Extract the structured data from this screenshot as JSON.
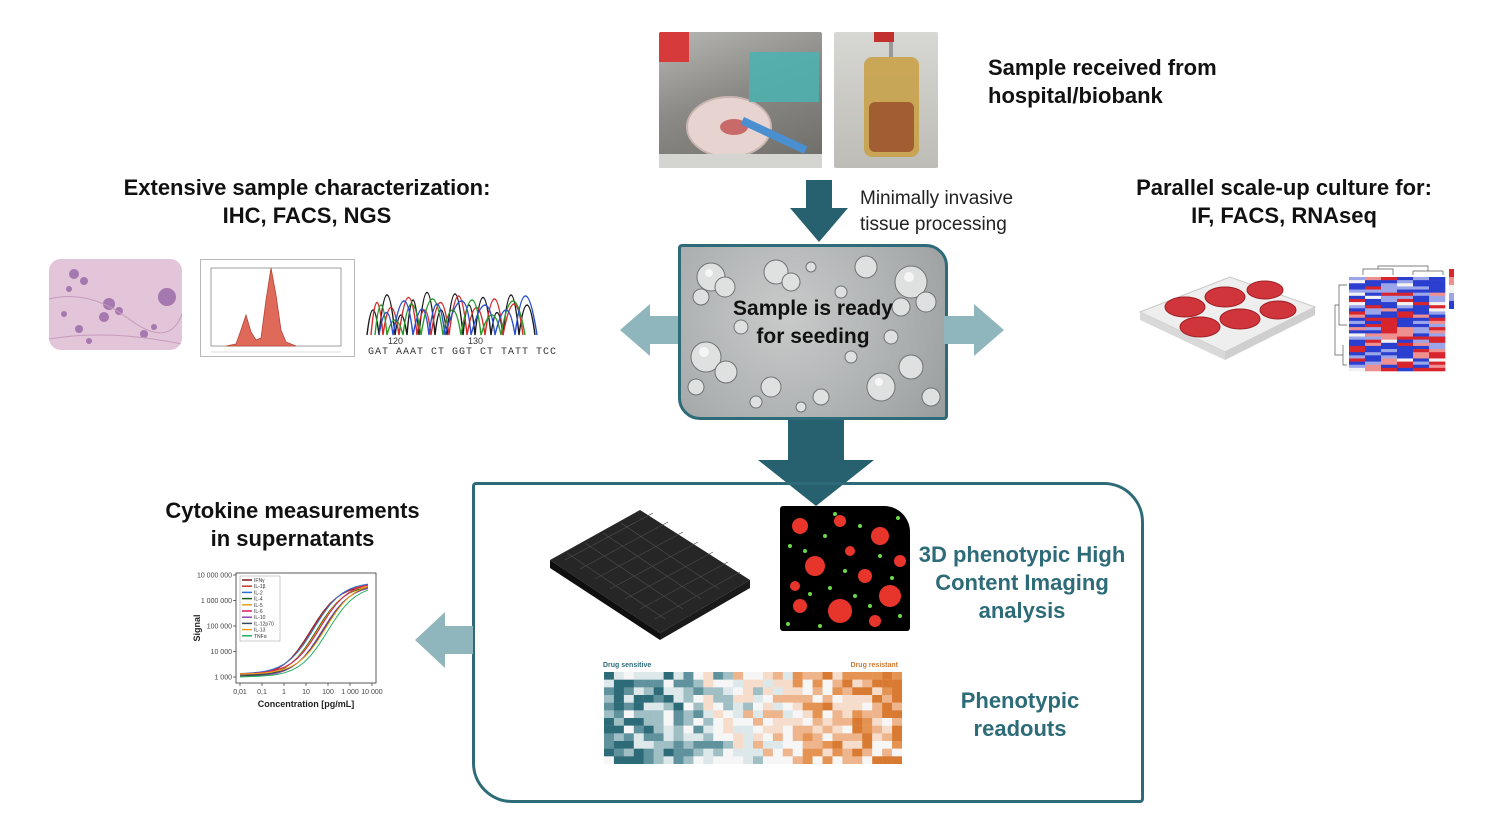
{
  "labels": {
    "sample_received": "Sample received from hospital/biobank",
    "tissue_processing": "Minimally invasive tissue processing",
    "sample_ready": "Sample is ready for seeding",
    "characterization_title": "Extensive sample characterization:",
    "characterization_methods": "IHC, FACS, NGS",
    "scaleup_title": "Parallel scale-up culture for:",
    "scaleup_methods": "IF, FACS, RNAseq",
    "cytokine_line1": "Cytokine measurements",
    "cytokine_line2": "in supernatants",
    "hci_label": "3D phenotypic High Content Imaging analysis",
    "phenotypic_label": "Phenotypic readouts"
  },
  "sequence": {
    "bases": "GAT AAAT CT GGT CT TATT TCC",
    "tick1": "120",
    "tick2": "130"
  },
  "cytokine_chart": {
    "ylabel": "Signal",
    "xlabel": "Concentration  [pg/mL]",
    "yticks": [
      "10 000 000",
      "1 000 000",
      "100 000",
      "10 000",
      "1 000"
    ],
    "xticks": [
      "0,01",
      "0,1",
      "1",
      "10",
      "100",
      "1 000",
      "10 000"
    ],
    "legend": [
      "IFNγ",
      "IL-1β",
      "IL-2",
      "IL-4",
      "IL-5",
      "IL-6",
      "IL-10",
      "IL-12p70",
      "IL-13",
      "TNFα"
    ]
  },
  "heatmap_readout": {
    "left_label": "Drug sensitive",
    "right_label": "Drug resistant"
  },
  "colors": {
    "arrow_dark": "#27606e",
    "arrow_light": "#8fb5bd",
    "frame": "#2d6b78",
    "teal_text": "#2d6b78"
  }
}
